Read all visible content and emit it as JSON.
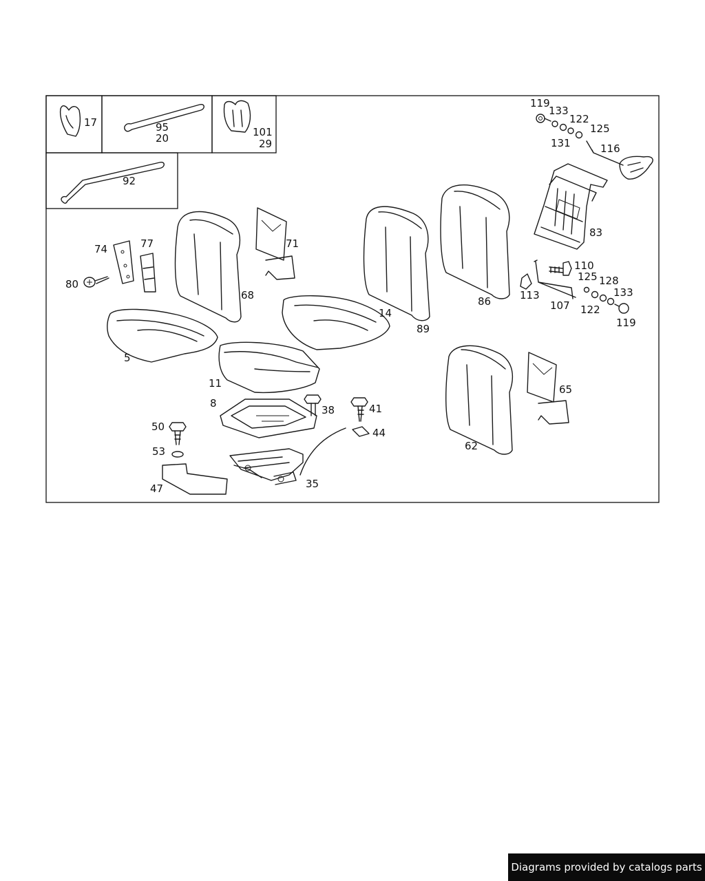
{
  "callouts": {
    "c17": "17",
    "c95": "95",
    "c20": "20",
    "c101": "101",
    "c29": "29",
    "c92": "92",
    "c119a": "119",
    "c133a": "133",
    "c122a": "122",
    "c125a": "125",
    "c131": "131",
    "c116": "116",
    "c83": "83",
    "c74": "74",
    "c77": "77",
    "c80": "80",
    "c71": "71",
    "c68": "68",
    "c5": "5",
    "c11": "11",
    "c8": "8",
    "c38": "38",
    "c41": "41",
    "c44": "44",
    "c50": "50",
    "c53": "53",
    "c47": "47",
    "c35": "35",
    "c14": "14",
    "c89": "89",
    "c86": "86",
    "c110": "110",
    "c113": "113",
    "c107": "107",
    "c125b": "125",
    "c128": "128",
    "c133b": "133",
    "c122b": "122",
    "c119b": "119",
    "c62": "62",
    "c65": "65"
  },
  "footer": {
    "credit": "Diagrams provided by catalogs parts"
  }
}
